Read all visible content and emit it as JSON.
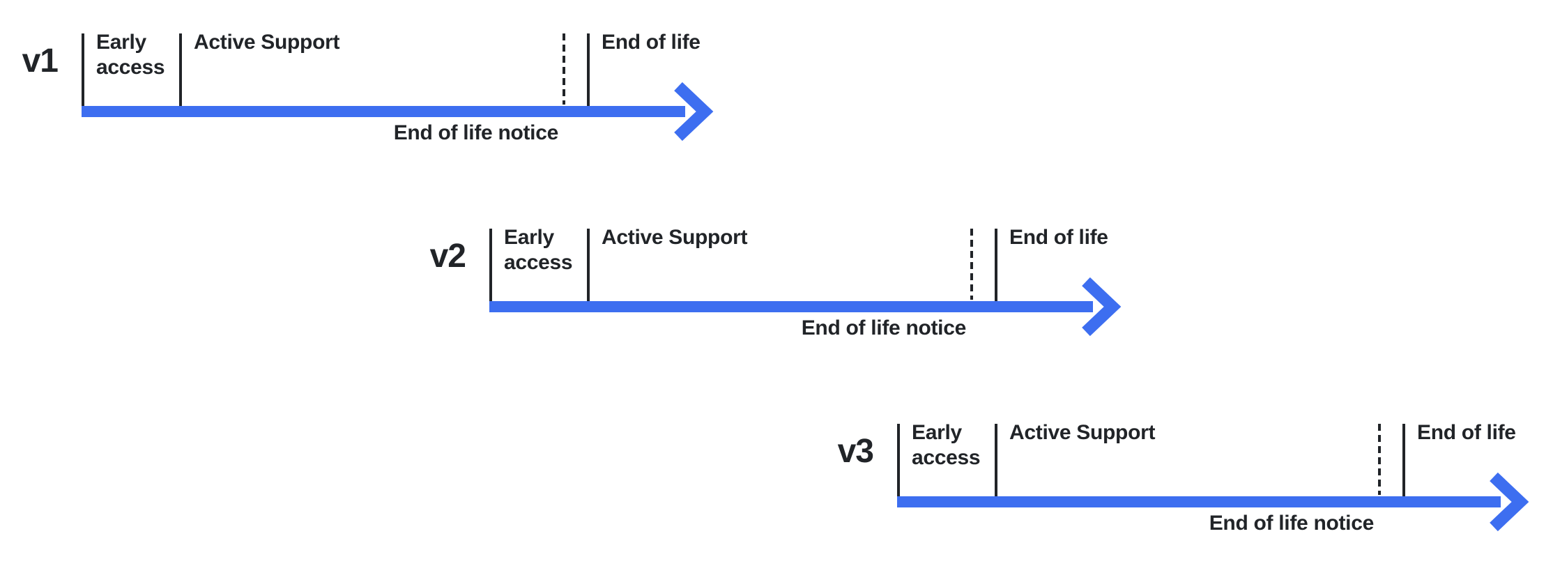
{
  "diagram": {
    "colors": {
      "arrow_blue": "#3d6ef0",
      "line_dark": "#212428",
      "text_dark": "#212428",
      "background": "#ffffff"
    },
    "versions": [
      {
        "version_label": "v1",
        "early_access_label": "Early access",
        "active_support_label": "Active Support",
        "end_of_life_label": "End of life",
        "end_of_life_notice_label": "End of life notice"
      },
      {
        "version_label": "v2",
        "early_access_label": "Early access",
        "active_support_label": "Active Support",
        "end_of_life_label": "End of life",
        "end_of_life_notice_label": "End of life notice"
      },
      {
        "version_label": "v3",
        "early_access_label": "Early access",
        "active_support_label": "Active Support",
        "end_of_life_label": "End of life",
        "end_of_life_notice_label": "End of life notice"
      }
    ]
  }
}
